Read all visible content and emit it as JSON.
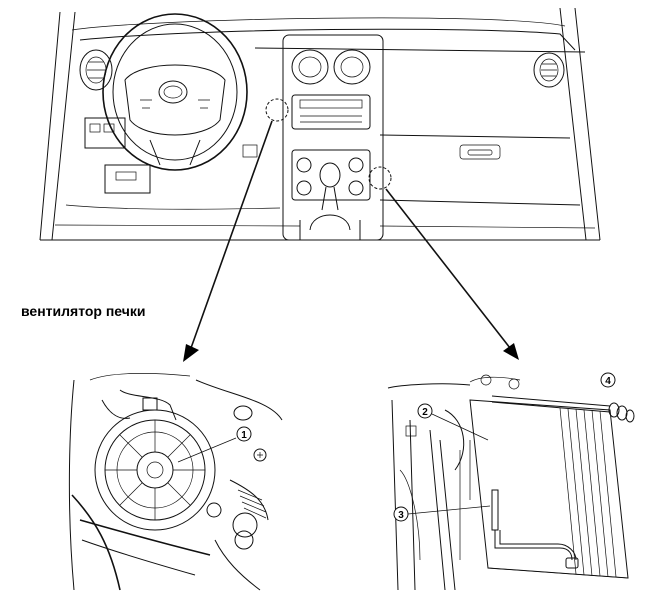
{
  "caption": "вентилятор печки",
  "callouts": {
    "c1": "1",
    "c2": "2",
    "c3": "3",
    "c4": "4"
  }
}
